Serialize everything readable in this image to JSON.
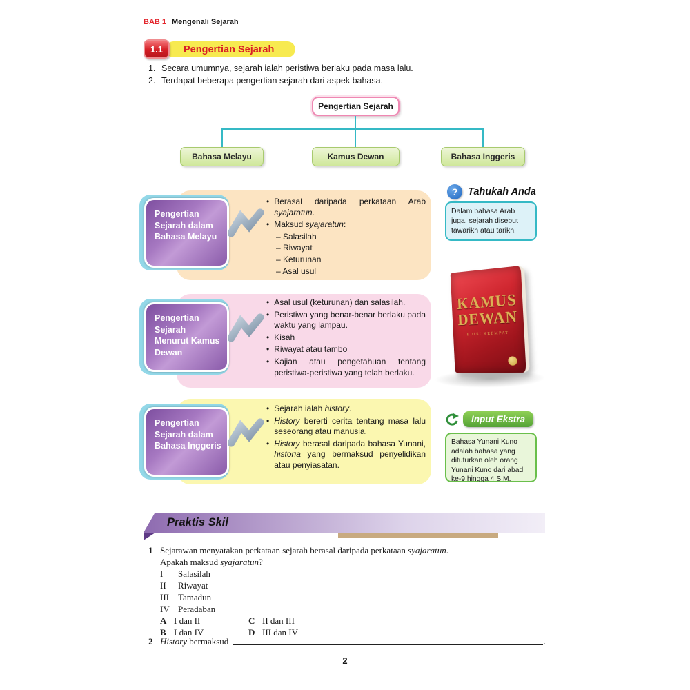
{
  "colors": {
    "accent_red": "#e2232a",
    "teal_connector": "#35b9c5",
    "purple_label": "#8a5baa",
    "green_pill": "#54a236",
    "banner_purple": "#8e6bb0"
  },
  "header": {
    "chapter": "BAB 1",
    "title": "Mengenali Sejarah"
  },
  "section": {
    "number": "1.1",
    "title": "Pengertian Sejarah"
  },
  "intro": [
    {
      "num": "1.",
      "text": "Secara umumnya, sejarah ialah peristiwa berlaku pada masa lalu."
    },
    {
      "num": "2.",
      "text": "Terdapat beberapa pengertian sejarah dari aspek bahasa."
    }
  ],
  "flowchart": {
    "root": "Pengertian Sejarah",
    "children": [
      "Bahasa Melayu",
      "Kamus Dewan",
      "Bahasa Inggeris"
    ]
  },
  "blocks": [
    {
      "label": "Pengertian Sejarah dalam Bahasa Melayu",
      "bullets": [
        {
          "segments": [
            {
              "t": "Berasal daripada perkataan Arab "
            },
            {
              "t": "syajaratun",
              "i": true
            },
            {
              "t": "."
            }
          ]
        },
        {
          "segments": [
            {
              "t": "Maksud "
            },
            {
              "t": "syajaratun",
              "i": true
            },
            {
              "t": ":"
            }
          ]
        }
      ],
      "subitems": [
        "– Salasilah",
        "– Riwayat",
        "– Keturunan",
        "– Asal usul"
      ]
    },
    {
      "label": "Pengertian Sejarah Menurut Kamus Dewan",
      "bullets": [
        {
          "segments": [
            {
              "t": "Asal usul (keturunan) dan salasilah."
            }
          ]
        },
        {
          "segments": [
            {
              "t": "Peristiwa yang benar-benar berlaku pada waktu yang lampau."
            }
          ]
        },
        {
          "segments": [
            {
              "t": "Kisah"
            }
          ]
        },
        {
          "segments": [
            {
              "t": "Riwayat atau tambo"
            }
          ]
        },
        {
          "segments": [
            {
              "t": "Kajian atau pengetahuan tentang peristiwa-peristiwa yang telah berlaku."
            }
          ]
        }
      ]
    },
    {
      "label": "Pengertian Sejarah dalam Bahasa Inggeris",
      "bullets": [
        {
          "segments": [
            {
              "t": "Sejarah ialah "
            },
            {
              "t": "history",
              "i": true
            },
            {
              "t": "."
            }
          ]
        },
        {
          "segments": [
            {
              "t": "History",
              "i": true
            },
            {
              "t": " bererti cerita tentang masa lalu seseorang atau manusia."
            }
          ]
        },
        {
          "segments": [
            {
              "t": "History",
              "i": true
            },
            {
              "t": " berasal daripada bahasa Yunani, "
            },
            {
              "t": "historia",
              "i": true
            },
            {
              "t": " yang bermaksud penyelidikan atau penyiasatan."
            }
          ]
        }
      ]
    }
  ],
  "tahukah": {
    "title": "Tahukah Anda",
    "icon": "question-bubble",
    "text": "Dalam bahasa Arab juga, sejarah disebut tawarikh atau tarikh."
  },
  "book": {
    "line1": "KAMUS",
    "line2": "DEWAN",
    "subtitle": "EDISI KEEMPAT"
  },
  "input_ekstra": {
    "title": "Input Ekstra",
    "icon": "refresh-arrow",
    "text": "Bahasa Yunani Kuno adalah bahasa yang dituturkan oleh orang Yunani Kuno dari abad ke-9 hingga 4 S.M."
  },
  "praktis": {
    "title": "Praktis Skil"
  },
  "q1": {
    "num": "1",
    "line1": [
      {
        "t": "Sejarawan menyatakan perkataan sejarah berasal daripada perkataan "
      },
      {
        "t": "syajaratun",
        "i": true
      },
      {
        "t": "."
      }
    ],
    "line2": [
      {
        "t": "Apakah maksud "
      },
      {
        "t": "syajaratun",
        "i": true
      },
      {
        "t": "?"
      }
    ],
    "romans": [
      {
        "num": "I",
        "text": "Salasilah"
      },
      {
        "num": "II",
        "text": "Riwayat"
      },
      {
        "num": "III",
        "text": "Tamadun"
      },
      {
        "num": "IV",
        "text": "Peradaban"
      }
    ],
    "answers": [
      {
        "letter": "A",
        "text": "I dan II"
      },
      {
        "letter": "C",
        "text": "II dan III"
      },
      {
        "letter": "B",
        "text": "I dan IV"
      },
      {
        "letter": "D",
        "text": "III dan IV"
      }
    ]
  },
  "q2": {
    "num": "2",
    "lead": [
      {
        "t": "History",
        "i": true
      },
      {
        "t": " bermaksud"
      }
    ],
    "tail": "."
  },
  "page_number": "2"
}
